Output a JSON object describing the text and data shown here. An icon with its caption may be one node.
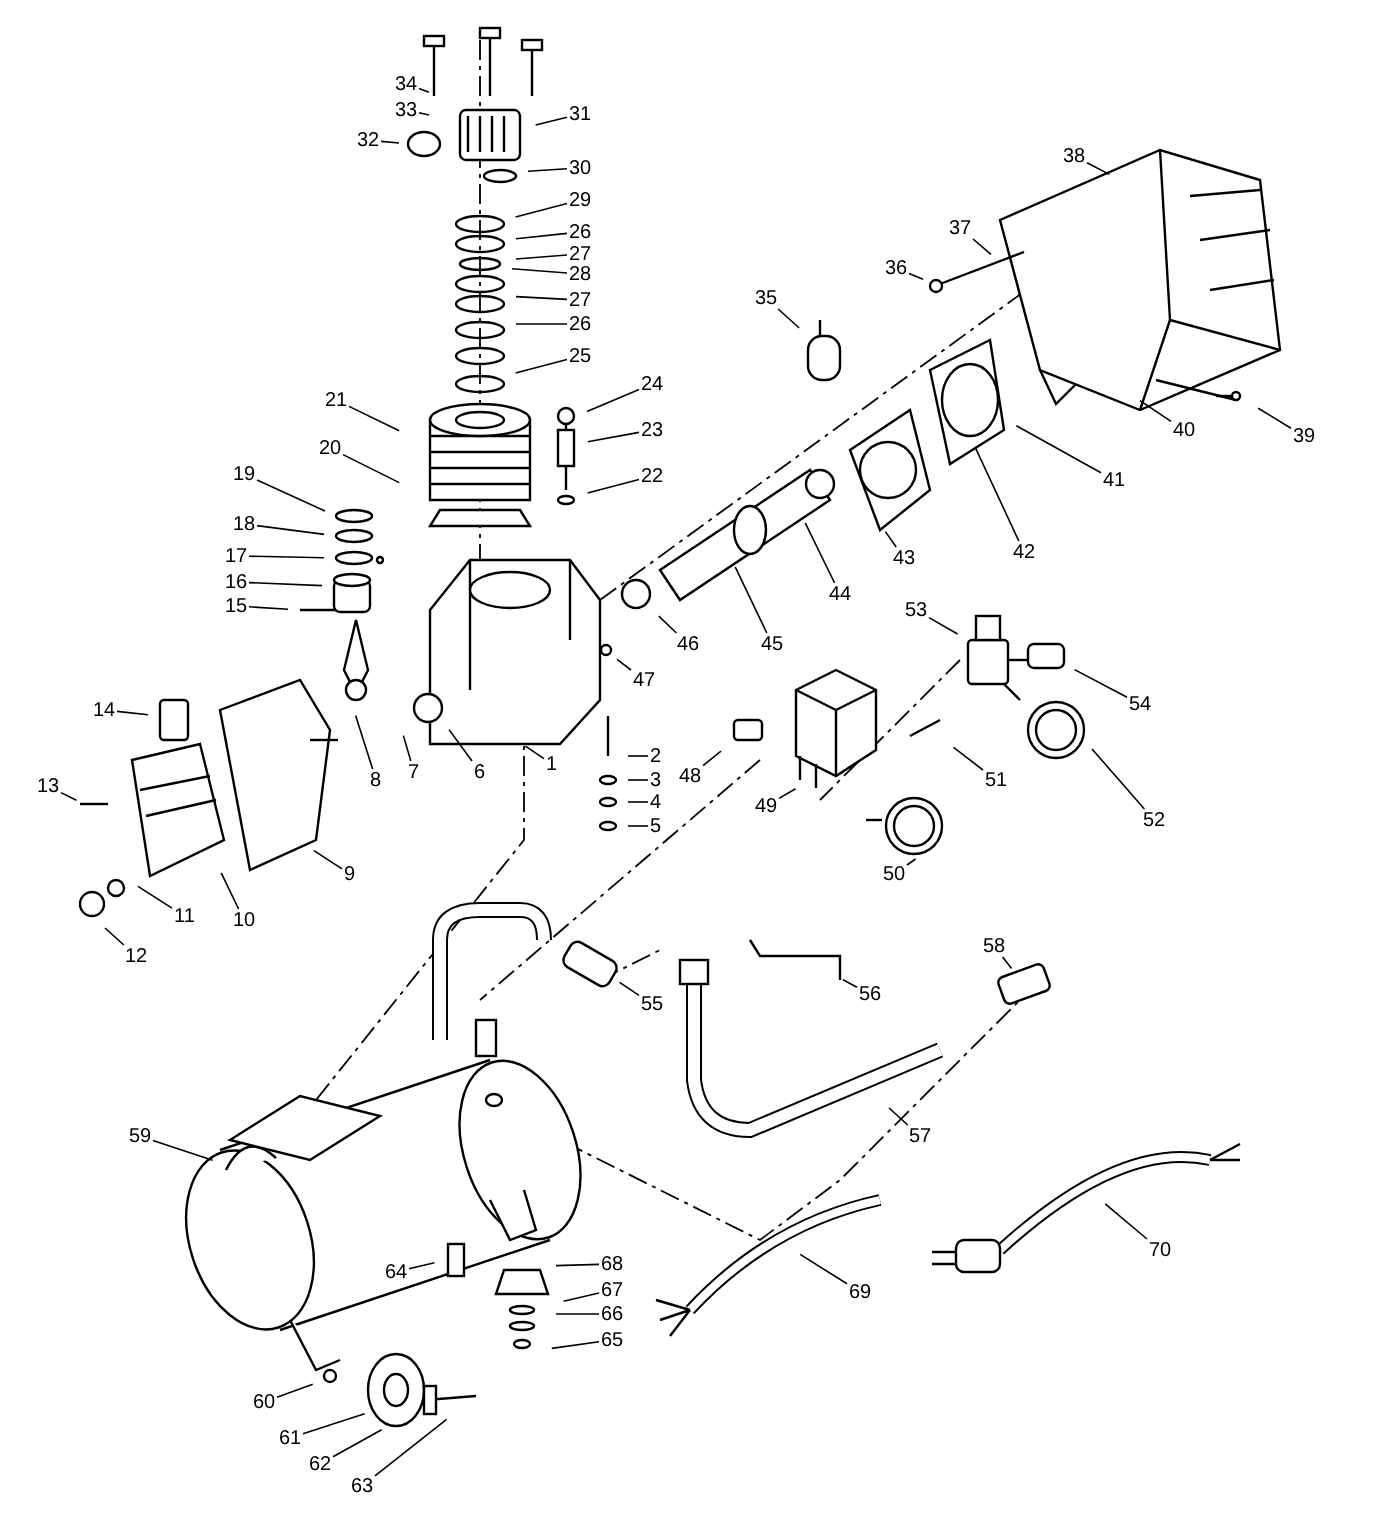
{
  "diagram": {
    "nodes": [
      {
        "text": [
          "34"
        ]
      },
      {
        "text": [
          "33"
        ]
      },
      {
        "text": [
          "32"
        ]
      },
      {
        "text": [
          "31"
        ]
      },
      {
        "text": [
          "30"
        ]
      },
      {
        "text": [
          "29"
        ]
      },
      {
        "text": [
          "26"
        ]
      },
      {
        "text": [
          "27"
        ]
      },
      {
        "text": [
          "28"
        ]
      },
      {
        "text": [
          "27"
        ]
      },
      {
        "text": [
          "26"
        ]
      },
      {
        "text": [
          "25"
        ]
      },
      {
        "text": [
          "24"
        ]
      },
      {
        "text": [
          "23"
        ]
      },
      {
        "text": [
          "22"
        ]
      },
      {
        "text": [
          "21"
        ]
      },
      {
        "text": [
          "20"
        ]
      },
      {
        "text": [
          "19"
        ]
      },
      {
        "text": [
          "18"
        ]
      },
      {
        "text": [
          "17"
        ]
      },
      {
        "text": [
          "16"
        ]
      },
      {
        "text": [
          "15"
        ]
      },
      {
        "text": [
          "14"
        ]
      },
      {
        "text": [
          "13"
        ]
      },
      {
        "text": [
          "12"
        ]
      },
      {
        "text": [
          "11"
        ]
      },
      {
        "text": [
          "10"
        ]
      },
      {
        "text": [
          "9"
        ]
      },
      {
        "text": [
          "8"
        ]
      },
      {
        "text": [
          "7"
        ]
      },
      {
        "text": [
          "6"
        ]
      },
      {
        "text": [
          "1"
        ]
      },
      {
        "text": [
          "2"
        ]
      },
      {
        "text": [
          "3"
        ]
      },
      {
        "text": [
          "4"
        ]
      },
      {
        "text": [
          "5"
        ]
      },
      {
        "text": [
          "47"
        ]
      },
      {
        "text": [
          "46"
        ]
      },
      {
        "text": [
          "45"
        ]
      },
      {
        "text": [
          "44"
        ]
      },
      {
        "text": [
          "43"
        ]
      },
      {
        "text": [
          "42"
        ]
      },
      {
        "text": [
          "41"
        ]
      },
      {
        "text": [
          "40"
        ]
      },
      {
        "text": [
          "39"
        ]
      },
      {
        "text": [
          "38"
        ]
      },
      {
        "text": [
          "37"
        ]
      },
      {
        "text": [
          "36"
        ]
      },
      {
        "text": [
          "35"
        ]
      },
      {
        "text": [
          "53"
        ]
      },
      {
        "text": [
          "54"
        ]
      },
      {
        "text": [
          "48"
        ]
      },
      {
        "text": [
          "49"
        ]
      },
      {
        "text": [
          "51"
        ]
      },
      {
        "text": [
          "52"
        ]
      },
      {
        "text": [
          "50"
        ]
      },
      {
        "text": [
          "55"
        ]
      },
      {
        "text": [
          "56"
        ]
      },
      {
        "text": [
          "57"
        ]
      },
      {
        "text": [
          "58"
        ]
      },
      {
        "text": [
          "59"
        ]
      },
      {
        "text": [
          "60"
        ]
      },
      {
        "text": [
          "61"
        ]
      },
      {
        "text": [
          "62"
        ]
      },
      {
        "text": [
          "63"
        ]
      },
      {
        "text": [
          "64"
        ]
      },
      {
        "text": [
          "65"
        ]
      },
      {
        "text": [
          "66"
        ]
      },
      {
        "text": [
          "67"
        ]
      },
      {
        "text": [
          "68"
        ]
      },
      {
        "text": [
          "69"
        ]
      },
      {
        "text": [
          "70"
        ]
      }
    ],
    "edges": [
      {
        "from": 0,
        "to": null,
        "arrow": "none"
      },
      {
        "from": 1,
        "to": null,
        "arrow": "none"
      },
      {
        "from": 2,
        "to": null,
        "arrow": "none"
      },
      {
        "from": 3,
        "to": null,
        "arrow": "none"
      },
      {
        "from": 4,
        "to": null,
        "arrow": "none"
      },
      {
        "from": 5,
        "to": null,
        "arrow": "none"
      },
      {
        "from": 6,
        "to": null,
        "arrow": "none"
      },
      {
        "from": 7,
        "to": null,
        "arrow": "none"
      },
      {
        "from": 8,
        "to": null,
        "arrow": "none"
      },
      {
        "from": 9,
        "to": null,
        "arrow": "none"
      },
      {
        "from": 10,
        "to": null,
        "arrow": "none"
      },
      {
        "from": 11,
        "to": null,
        "arrow": "none"
      },
      {
        "from": 12,
        "to": null,
        "arrow": "none"
      },
      {
        "from": 13,
        "to": null,
        "arrow": "none"
      },
      {
        "from": 14,
        "to": null,
        "arrow": "none"
      },
      {
        "from": 15,
        "to": null,
        "arrow": "none"
      },
      {
        "from": 16,
        "to": null,
        "arrow": "none"
      },
      {
        "from": 17,
        "to": null,
        "arrow": "none"
      },
      {
        "from": 18,
        "to": null,
        "arrow": "none"
      },
      {
        "from": 19,
        "to": null,
        "arrow": "none"
      },
      {
        "from": 20,
        "to": null,
        "arrow": "none"
      },
      {
        "from": 21,
        "to": null,
        "arrow": "none"
      },
      {
        "from": 22,
        "to": null,
        "arrow": "none"
      },
      {
        "from": 23,
        "to": null,
        "arrow": "none"
      },
      {
        "from": 24,
        "to": null,
        "arrow": "none"
      },
      {
        "from": 25,
        "to": null,
        "arrow": "none"
      },
      {
        "from": 26,
        "to": null,
        "arrow": "none"
      },
      {
        "from": 27,
        "to": null,
        "arrow": "none"
      },
      {
        "from": 28,
        "to": null,
        "arrow": "none"
      },
      {
        "from": 29,
        "to": null,
        "arrow": "none"
      },
      {
        "from": 30,
        "to": null,
        "arrow": "none"
      },
      {
        "from": 31,
        "to": null,
        "arrow": "none"
      },
      {
        "from": 32,
        "to": null,
        "arrow": "none"
      },
      {
        "from": 33,
        "to": null,
        "arrow": "none"
      },
      {
        "from": 34,
        "to": null,
        "arrow": "none"
      },
      {
        "from": 35,
        "to": null,
        "arrow": "none"
      },
      {
        "from": 36,
        "to": null,
        "arrow": "none"
      },
      {
        "from": 37,
        "to": null,
        "arrow": "none"
      },
      {
        "from": 38,
        "to": null,
        "arrow": "none"
      },
      {
        "from": 39,
        "to": null,
        "arrow": "none"
      },
      {
        "from": 40,
        "to": null,
        "arrow": "none"
      },
      {
        "from": 41,
        "to": null,
        "arrow": "none"
      },
      {
        "from": 42,
        "to": null,
        "arrow": "none"
      },
      {
        "from": 43,
        "to": null,
        "arrow": "none"
      },
      {
        "from": 44,
        "to": null,
        "arrow": "none"
      },
      {
        "from": 45,
        "to": null,
        "arrow": "none"
      },
      {
        "from": 46,
        "to": null,
        "arrow": "none"
      },
      {
        "from": 47,
        "to": null,
        "arrow": "none"
      },
      {
        "from": 48,
        "to": null,
        "arrow": "none"
      },
      {
        "from": 49,
        "to": null,
        "arrow": "none"
      },
      {
        "from": 50,
        "to": null,
        "arrow": "none"
      },
      {
        "from": 51,
        "to": null,
        "arrow": "none"
      },
      {
        "from": 52,
        "to": null,
        "arrow": "none"
      },
      {
        "from": 53,
        "to": null,
        "arrow": "none"
      },
      {
        "from": 54,
        "to": null,
        "arrow": "none"
      },
      {
        "from": 55,
        "to": null,
        "arrow": "none"
      },
      {
        "from": 56,
        "to": null,
        "arrow": "none"
      },
      {
        "from": 57,
        "to": null,
        "arrow": "none"
      },
      {
        "from": 58,
        "to": null,
        "arrow": "none"
      },
      {
        "from": 59,
        "to": null,
        "arrow": "none"
      },
      {
        "from": 60,
        "to": null,
        "arrow": "none"
      },
      {
        "from": 61,
        "to": null,
        "arrow": "none"
      },
      {
        "from": 62,
        "to": null,
        "arrow": "none"
      },
      {
        "from": 63,
        "to": null,
        "arrow": "none"
      },
      {
        "from": 64,
        "to": null,
        "arrow": "none"
      },
      {
        "from": 65,
        "to": null,
        "arrow": "none"
      },
      {
        "from": 66,
        "to": null,
        "arrow": "none"
      },
      {
        "from": 67,
        "to": null,
        "arrow": "none"
      },
      {
        "from": 68,
        "to": null,
        "arrow": "none"
      },
      {
        "from": 69,
        "to": null,
        "arrow": "none"
      },
      {
        "from": 70,
        "to": null,
        "arrow": "none"
      },
      {
        "from": 71,
        "to": null,
        "arrow": "none"
      }
    ]
  }
}
